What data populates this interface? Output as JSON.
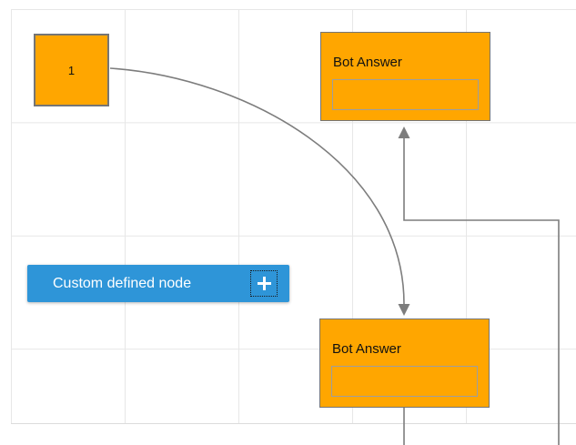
{
  "canvas": {
    "type": "diagram-grid-canvas",
    "grid_visible": true
  },
  "nodes": {
    "node1": {
      "label": "1",
      "shape": "square"
    },
    "bot_answer_top": {
      "title": "Bot Answer",
      "input_value": "",
      "shape": "rectangle"
    },
    "bot_answer_bottom": {
      "title": "Bot Answer",
      "input_value": "",
      "shape": "rectangle"
    },
    "custom": {
      "label": "Custom defined node",
      "icon": "plus"
    }
  },
  "connectors": [
    {
      "name": "curve-connector",
      "from": "node1",
      "to": "bot_answer_bottom",
      "style": "bezier",
      "arrow": "down"
    },
    {
      "name": "orthogonal-connector",
      "to": "bot_answer_top",
      "style": "orthogonal",
      "arrow": "up"
    },
    {
      "name": "bottom-stub-connector",
      "from": "bot_answer_bottom",
      "style": "straight"
    }
  ],
  "colors": {
    "node_orange": "#ffa600",
    "node_border": "#757575",
    "inner_box_border": "#9e9e9e",
    "custom_blue": "#2e95d8",
    "connector_gray": "#7d7d7d",
    "grid_line": "#e7e7e7",
    "canvas_edge": "#dcdcdc",
    "text_dark": "#111111",
    "text_white": "#ffffff"
  }
}
